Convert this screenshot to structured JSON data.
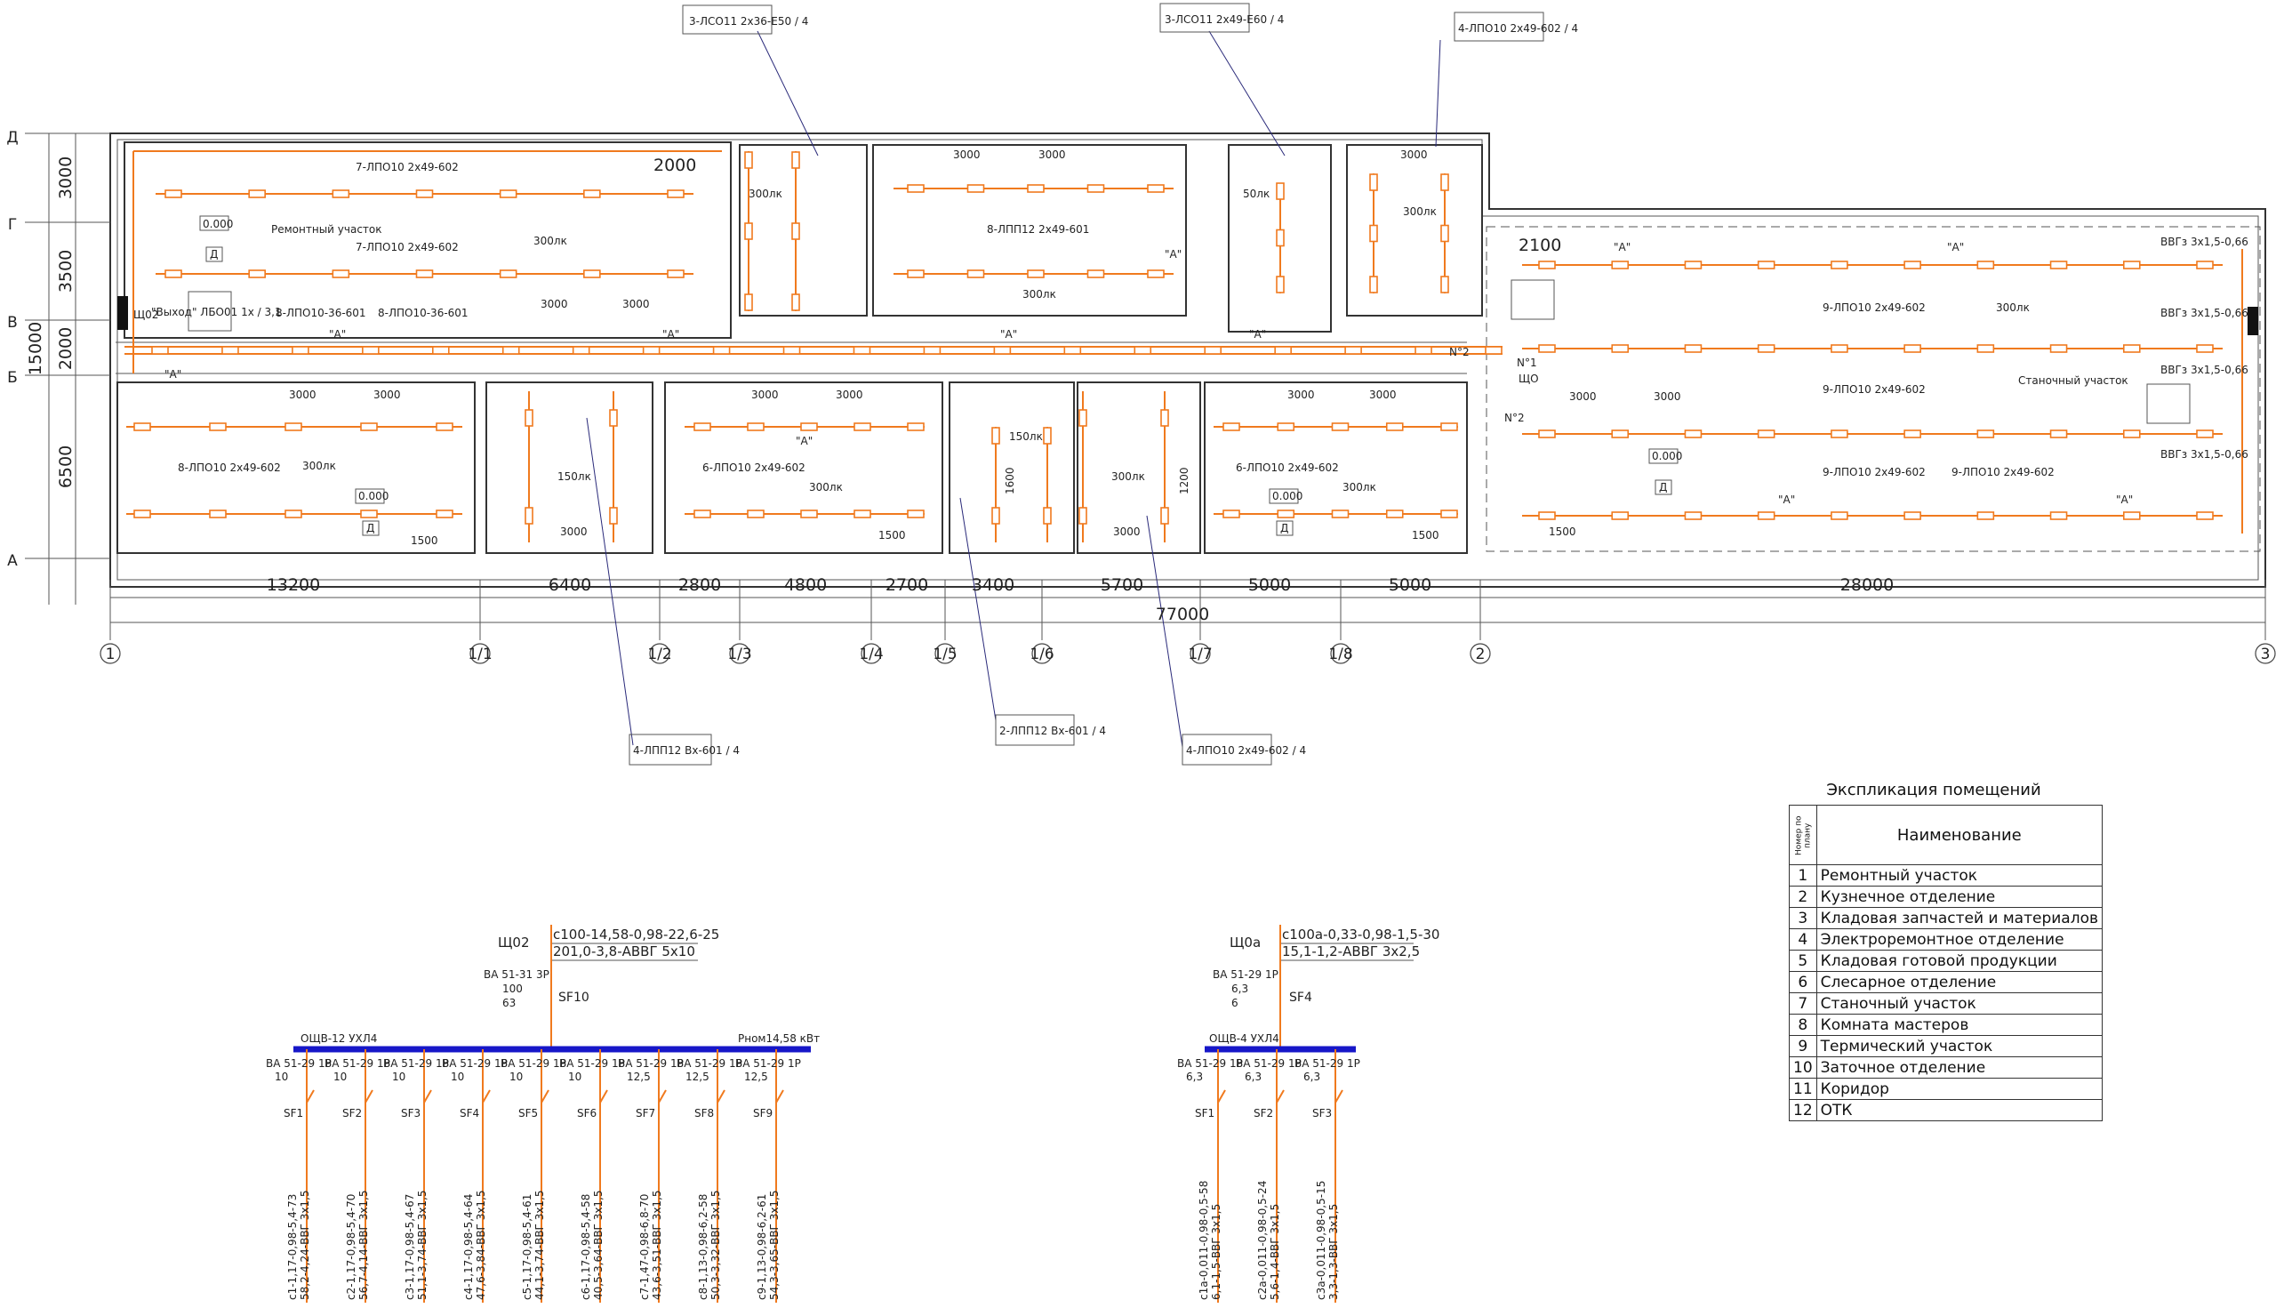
{
  "legend": {
    "title": "Экспликация помещений",
    "col_num": "Номер по плану",
    "col_name": "Наименование",
    "rows": [
      {
        "n": "1",
        "name": "Ремонтный участок"
      },
      {
        "n": "2",
        "name": "Кузнечное отделение"
      },
      {
        "n": "3",
        "name": "Кладовая запчастей и материалов"
      },
      {
        "n": "4",
        "name": "Электроремонтное отделение"
      },
      {
        "n": "5",
        "name": "Кладовая готовой продукции"
      },
      {
        "n": "6",
        "name": "Слесарное отделение"
      },
      {
        "n": "7",
        "name": "Станочный участок"
      },
      {
        "n": "8",
        "name": "Комната мастеров"
      },
      {
        "n": "9",
        "name": "Термический участок"
      },
      {
        "n": "10",
        "name": "Заточное отделение"
      },
      {
        "n": "11",
        "name": "Коридор"
      },
      {
        "n": "12",
        "name": "ОТК"
      }
    ]
  },
  "axes": {
    "rows": [
      "Д",
      "Г",
      "В",
      "Б",
      "А"
    ],
    "cols": [
      "1",
      "1/1",
      "1/2",
      "1/3",
      "1/4",
      "1/5",
      "1/6",
      "1/7",
      "1/8",
      "2",
      "3"
    ],
    "left_dims": [
      "3000",
      "3500",
      "2000",
      "6500"
    ],
    "left_total": "15000",
    "bottom_dims": [
      "13200",
      "6400",
      "2800",
      "4800",
      "2700",
      "3400",
      "5700",
      "5000",
      "5000",
      "28000"
    ],
    "bottom_total": "77000"
  },
  "callouts": {
    "top_1": "3-ЛСО11 2х36-Е50 / 4",
    "top_2": "3-ЛСО11 2х49-Е60 / 4",
    "top_3": "4-ЛПО10 2х49-602 / 4",
    "bot_1": "4-ЛПП12 Вх-601 / 4",
    "bot_2": "2-ЛПП12 Вх-601 / 4",
    "bot_3": "4-ЛПО10 2х49-602 / 4"
  },
  "plan_labels": {
    "room1": "Ремонтный участок",
    "room7": "Станочный участок",
    "lum_7": "7-ЛПО10 2х49-602",
    "lum_8a": "8-ЛПО10-36-601",
    "lum_8b": "8-ЛПП12 2х49-601",
    "lum_8c": "8-ЛПО10 2х49-602",
    "lum_6": "6-ЛПО10 2х49-602",
    "lum_9": "9-ЛПО10 2х49-602",
    "lux_300": "300лк",
    "lux_150": "150лк",
    "lux_50": "50лк",
    "level": "0.000",
    "d": "Д",
    "a": "\"А\"",
    "exit": "\"Выход\" ЛБО01 1х / 3,1",
    "shch02": "Щ02",
    "shch0a": "ЩО",
    "vvg1": "ВВГз 3х1,5-0,66",
    "d2000": "2000",
    "d2100": "2100",
    "d3000": "3000",
    "d1500": "1500",
    "d1600": "1600",
    "d1200": "1200",
    "kab": "N°1",
    "kab2": "N°2"
  },
  "panel1": {
    "name": "Щ02",
    "spec_1": "с100-14,58-0,98-22,6-25",
    "spec_2": "201,0-3,8-АВВГ 5х10",
    "main_breaker": "ВА 51-31 3Р",
    "main_rating_1": "100",
    "main_rating_2": "63",
    "main_sf": "SF10",
    "bus_name": "ОЩВ-12 УХЛ4",
    "bus_power": "Рном14,58 кВт",
    "breakers": [
      {
        "type": "ВА 51-29 1Р",
        "rating": "10",
        "sf": "SF1",
        "cable": "с1-1,17-0,98-5,4-73",
        "cable2": "58,2-4,24-ВВГ 3х1,5"
      },
      {
        "type": "ВА 51-29 1Р",
        "rating": "10",
        "sf": "SF2",
        "cable": "с2-1,17-0,98-5,4-70",
        "cable2": "56,7-4,14-ВВГ 3х1,5"
      },
      {
        "type": "ВА 51-29 1Р",
        "rating": "10",
        "sf": "SF3",
        "cable": "с3-1,17-0,98-5,4-67",
        "cable2": "51,1-3,74-ВВГ 3х1,5"
      },
      {
        "type": "ВА 51-29 1Р",
        "rating": "10",
        "sf": "SF4",
        "cable": "с4-1,17-0,98-5,4-64",
        "cable2": "47,6-3,84-ВВГ 3х1,5"
      },
      {
        "type": "ВА 51-29 1Р",
        "rating": "10",
        "sf": "SF5",
        "cable": "с5-1,17-0,98-5,4-61",
        "cable2": "44,1-3,74-ВВГ 3х1,5"
      },
      {
        "type": "ВА 51-29 1Р",
        "rating": "10",
        "sf": "SF6",
        "cable": "с6-1,17-0,98-5,4-58",
        "cable2": "40,5-3,64-ВВГ 3х1,5"
      },
      {
        "type": "ВА 51-29 1Р",
        "rating": "12,5",
        "sf": "SF7",
        "cable": "с7-1,47-0,98-6,8-70",
        "cable2": "43,6-3,51-ВВГ 3х1,5"
      },
      {
        "type": "ВА 51-29 1Р",
        "rating": "12,5",
        "sf": "SF8",
        "cable": "с8-1,13-0,98-6,2-58",
        "cable2": "50,3-3,32-ВВГ 3х1,5"
      },
      {
        "type": "ВА 51-29 1Р",
        "rating": "12,5",
        "sf": "SF9",
        "cable": "с9-1,13-0,98-6,2-61",
        "cable2": "54,3-3,65-ВВГ 3х1,5"
      }
    ]
  },
  "panel2": {
    "name": "Щ0а",
    "spec_1": "с100а-0,33-0,98-1,5-30",
    "spec_2": "15,1-1,2-АВВГ 3х2,5",
    "main_breaker": "ВА 51-29 1Р",
    "main_rating_1": "6,3",
    "main_rating_2": "6",
    "main_sf": "SF4",
    "bus_name": "ОЩВ-4 УХЛ4",
    "breakers": [
      {
        "type": "ВА 51-29 1Р",
        "rating": "6,3",
        "sf": "SF1",
        "cable": "с1а-0,011-0,98-0,5-58",
        "cable2": "6,1-1,5-ВВГ 3х1,5"
      },
      {
        "type": "ВА 51-29 1Р",
        "rating": "6,3",
        "sf": "SF2",
        "cable": "с2а-0,011-0,98-0,5-24",
        "cable2": "5,6-1,4-ВВГ 3х1,5"
      },
      {
        "type": "ВА 51-29 1Р",
        "rating": "6,3",
        "sf": "SF3",
        "cable": "с3а-0,011-0,98-0,5-15",
        "cable2": "3,3-1,3-ВВГ 3х1,5"
      }
    ]
  }
}
